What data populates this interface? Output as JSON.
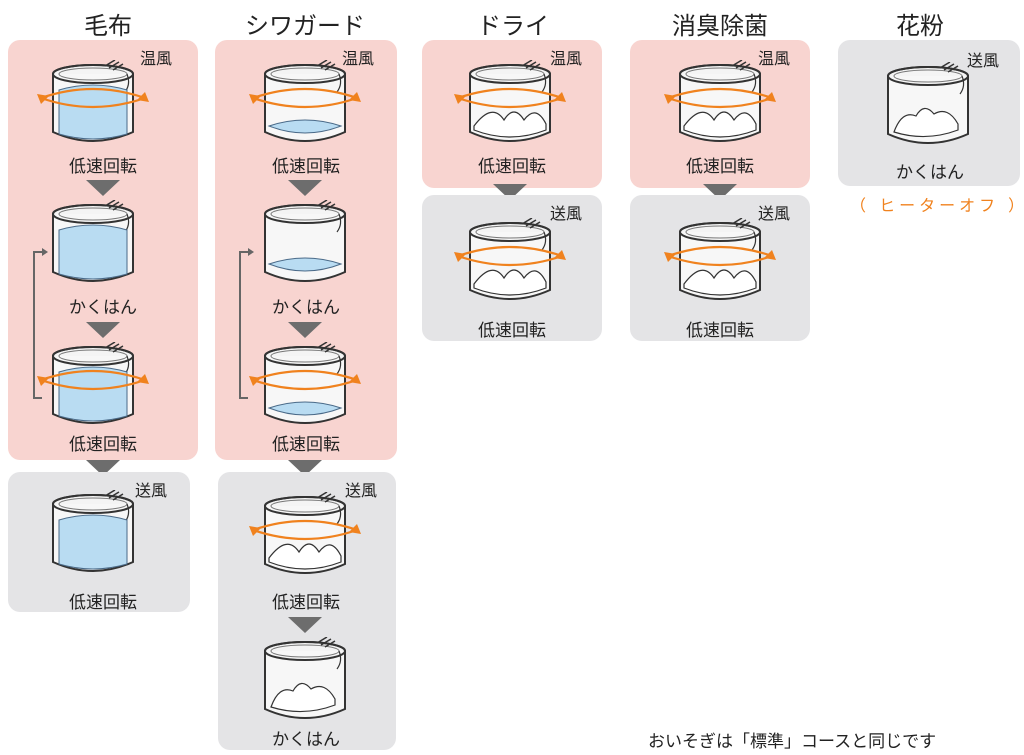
{
  "courses": [
    {
      "title": "毛布",
      "steps": [
        {
          "mode": "温風",
          "caption": "低速回転",
          "caption2": "かくはん",
          "caption3": "低速回転"
        },
        {
          "mode": "送風",
          "caption": "低速回転"
        }
      ]
    },
    {
      "title": "シワガード",
      "steps": [
        {
          "mode": "温風",
          "caption": "低速回転",
          "caption2": "かくはん",
          "caption3": "低速回転"
        },
        {
          "mode": "送風",
          "caption": "低速回転",
          "caption2": "かくはん"
        }
      ]
    },
    {
      "title": "ドライ",
      "steps": [
        {
          "mode": "温風",
          "caption": "低速回転"
        },
        {
          "mode": "送風",
          "caption": "低速回転"
        }
      ]
    },
    {
      "title": "消臭除菌",
      "steps": [
        {
          "mode": "温風",
          "caption": "低速回転"
        },
        {
          "mode": "送風",
          "caption": "低速回転"
        }
      ]
    },
    {
      "title": "花粉",
      "steps": [
        {
          "mode": "送風",
          "caption": "かくはん",
          "note": "（ ヒーターオフ ）"
        }
      ]
    }
  ],
  "footer_note": "おいそぎは「標準」コースと同じです",
  "colors": {
    "warm_panel": "#f8d4d0",
    "cool_panel": "#e4e4e6",
    "arrow": "#6d6d6d",
    "rotation": "#f0821e",
    "heater_note": "#f0821e"
  },
  "icons": [
    "drum-icon",
    "rotation-arrow-icon",
    "down-arrow-icon",
    "repeat-loop-icon"
  ]
}
